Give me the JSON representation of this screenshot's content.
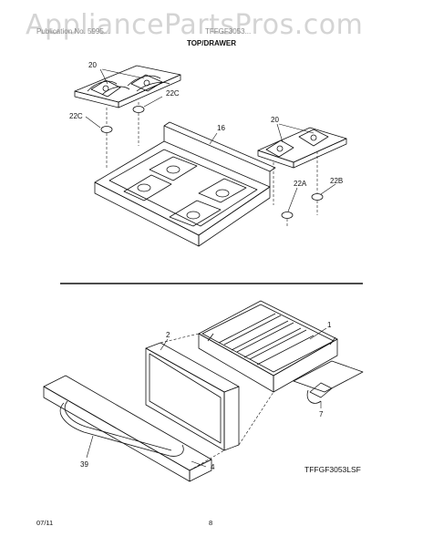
{
  "watermark": "AppliancePartsPros.com",
  "header": {
    "publication_label": "Publication No. 5995...",
    "model_label": "TFFGF3053...",
    "section_title": "TOP/DRAWER"
  },
  "callouts": {
    "grate_left": "20",
    "grate_right": "20",
    "cap_22c_right": "22C",
    "cap_22c_left": "22C",
    "cooktop": "16",
    "cap_22a": "22A",
    "cap_22b": "22B",
    "drawer_body": "1",
    "drawer_panel": "2",
    "roller": "7",
    "handle": "39",
    "front": "4"
  },
  "model_code": "TFFGF3053LSF",
  "footer": {
    "date": "07/11",
    "page": "8"
  }
}
